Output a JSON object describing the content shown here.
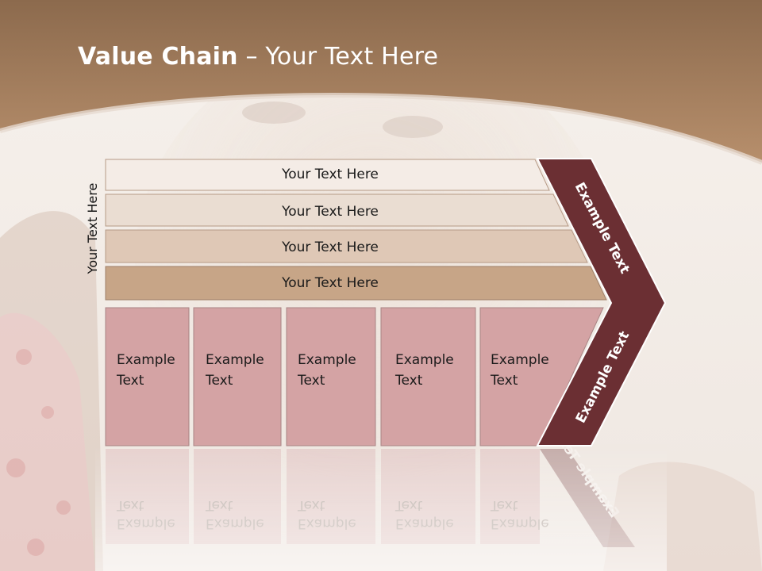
{
  "slide": {
    "title_bold": "Value Chain",
    "title_rest": " – Your Text Here",
    "side_label": "Your Text Here",
    "rows": [
      {
        "label": "Your Text Here",
        "color": "#f4ece6"
      },
      {
        "label": "Your Text Here",
        "color": "#eaddd2"
      },
      {
        "label": "Your Text Here",
        "color": "#dfc8b6"
      },
      {
        "label": "Your Text Here",
        "color": "#c7a587"
      }
    ],
    "boxes": [
      {
        "line1": "Example",
        "line2": "Text"
      },
      {
        "line1": "Example",
        "line2": "Text"
      },
      {
        "line1": "Example",
        "line2": "Text"
      },
      {
        "line1": "Example",
        "line2": "Text"
      },
      {
        "line1": "Example",
        "line2": "Text"
      }
    ],
    "chevron_upper": "Example Text",
    "chevron_lower": "Example Text",
    "colors": {
      "header_brown": "#a47d5c",
      "box_pink": "#d4a3a4",
      "chevron_dark": "#6b2f33",
      "background": "#f3eee9"
    }
  }
}
